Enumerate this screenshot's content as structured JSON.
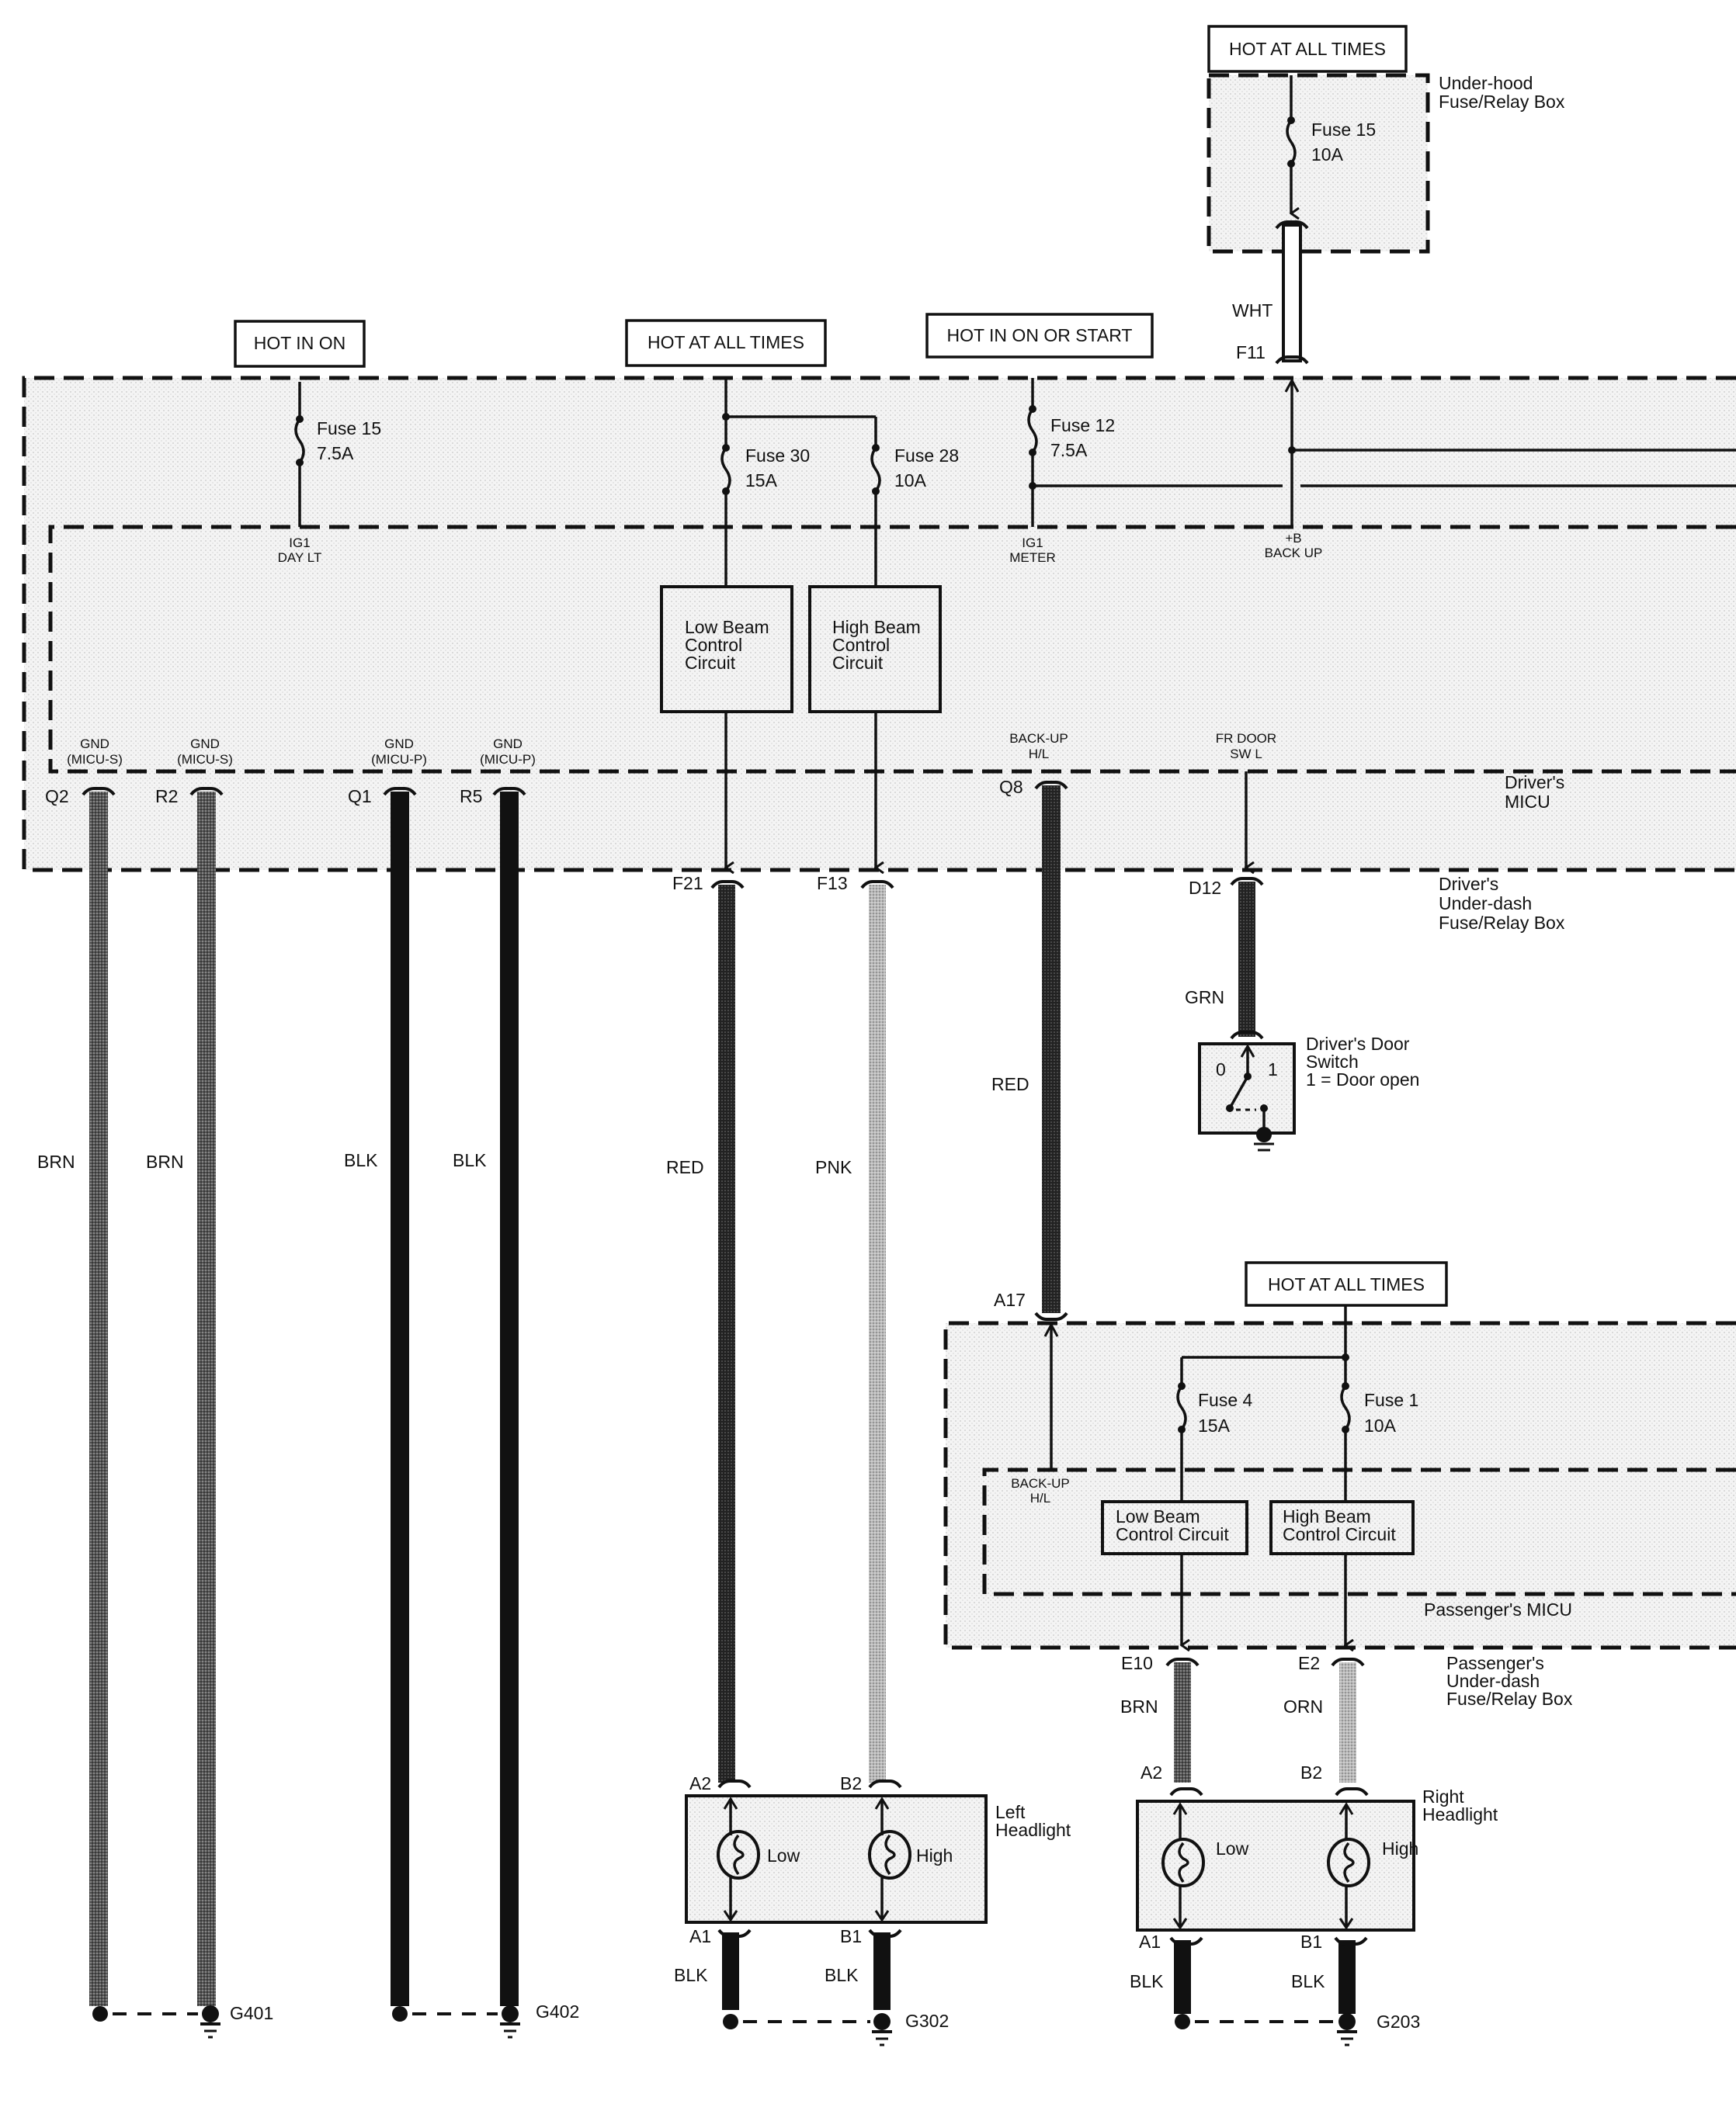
{
  "power_labels": {
    "underhood_hot": "HOT AT ALL TIMES",
    "hot_in_on": "HOT IN ON",
    "driver_hot_all": "HOT AT ALL TIMES",
    "hot_in_on_start": "HOT IN ON OR START",
    "passenger_hot_all": "HOT AT ALL TIMES"
  },
  "components": {
    "underhood_box": "Under-hood",
    "underhood_box2": "Fuse/Relay Box",
    "drivers_micu": "Driver's",
    "drivers_micu2": "MICU",
    "drivers_underdash": "Driver's",
    "drivers_underdash2": "Under-dash",
    "drivers_underdash3": "Fuse/Relay Box",
    "door_switch": "Driver's Door",
    "door_switch2": "Switch",
    "door_switch3": "1 = Door open",
    "door_switch_pos0": "0",
    "door_switch_pos1": "1",
    "passenger_micu": "Passenger's MICU",
    "passenger_underdash": "Passenger's",
    "passenger_underdash2": "Under-dash",
    "passenger_underdash3": "Fuse/Relay Box",
    "left_headlight": "Left",
    "left_headlight2": "Headlight",
    "right_headlight": "Right",
    "right_headlight2": "Headlight",
    "low": "Low",
    "high": "High"
  },
  "fuses": {
    "underhood_15": {
      "name": "Fuse 15",
      "rating": "10A"
    },
    "driver_15": {
      "name": "Fuse 15",
      "rating": "7.5A"
    },
    "driver_30": {
      "name": "Fuse 30",
      "rating": "15A"
    },
    "driver_28": {
      "name": "Fuse 28",
      "rating": "10A"
    },
    "driver_12": {
      "name": "Fuse 12",
      "rating": "7.5A"
    },
    "pass_4": {
      "name": "Fuse 4",
      "rating": "15A"
    },
    "pass_1": {
      "name": "Fuse 1",
      "rating": "10A"
    }
  },
  "circuits": {
    "drv_low": [
      "Low Beam",
      "Control",
      "Circuit"
    ],
    "drv_high": [
      "High Beam",
      "Control",
      "Circuit"
    ],
    "pass_low": [
      "Low Beam",
      "Control Circuit"
    ],
    "pass_high": [
      "High Beam",
      "Control Circuit"
    ]
  },
  "terminals": {
    "ig1_day": [
      "IG1",
      "DAY LT"
    ],
    "ig1_meter": [
      "IG1",
      "METER"
    ],
    "backup": [
      "+B",
      "BACK UP"
    ],
    "gnd_s1": [
      "GND",
      "(MICU-S)"
    ],
    "gnd_s2": [
      "GND",
      "(MICU-S)"
    ],
    "gnd_p1": [
      "GND",
      "(MICU-P)"
    ],
    "gnd_p2": [
      "GND",
      "(MICU-P)"
    ],
    "backup_hl": [
      "BACK-UP",
      "H/L"
    ],
    "fr_door": [
      "FR DOOR",
      "SW L"
    ],
    "pass_backup_hl": [
      "BACK-UP",
      "H/L"
    ]
  },
  "connectors": {
    "F11": "F11",
    "Q2": "Q2",
    "R2": "R2",
    "Q1": "Q1",
    "R5": "R5",
    "Q8": "Q8",
    "F21": "F21",
    "F13": "F13",
    "D12": "D12",
    "A17": "A17",
    "E10": "E10",
    "E2": "E2",
    "LA2": "A2",
    "LB2": "B2",
    "LA1": "A1",
    "LB1": "B1",
    "RA2": "A2",
    "RB2": "B2",
    "RA1": "A1",
    "RB1": "B1"
  },
  "wire_colors": {
    "f11": "WHT",
    "q2": "BRN",
    "r2": "BRN",
    "q1": "BLK",
    "r5": "BLK",
    "f21": "RED",
    "f13": "PNK",
    "q8": "RED",
    "d12": "GRN",
    "e10": "BRN",
    "e2": "ORN",
    "la1": "BLK",
    "lb1": "BLK",
    "ra1": "BLK",
    "rb1": "BLK"
  },
  "grounds": {
    "g401": "G401",
    "g402": "G402",
    "g302": "G302",
    "g203": "G203"
  }
}
